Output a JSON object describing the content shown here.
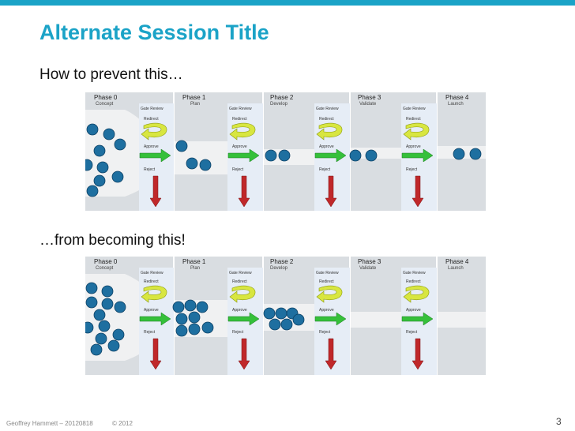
{
  "slide": {
    "title": "Alternate Session Title",
    "caption_top": "How to prevent this…",
    "caption_bottom": "…from becoming this!",
    "footer_author": "Geoffrey Hammett – 20120818",
    "footer_copyright": "© 2012",
    "page_number": "3"
  },
  "phases": [
    {
      "name": "Phase 0",
      "sub": "Concept"
    },
    {
      "name": "Phase 1",
      "sub": "Plan"
    },
    {
      "name": "Phase 2",
      "sub": "Develop"
    },
    {
      "name": "Phase 3",
      "sub": "Validate"
    },
    {
      "name": "Phase 4",
      "sub": "Launch"
    }
  ],
  "gate": {
    "review": "Gate Review",
    "redirect": "Redirect",
    "approve": "Approve",
    "reject": "Reject"
  },
  "colors": {
    "accent": "#1ba3c7",
    "ball": "#1e6fa0",
    "funnel": "#d8dce0",
    "gate_bg": "#e6edf6",
    "approve_arrow": "#35c03a",
    "reject_arrow": "#c0282a",
    "redirect_arrow": "#d8e640"
  },
  "icons": {
    "approve": "right-arrow-icon",
    "reject": "down-arrow-icon",
    "redirect": "u-turn-arrow-icon",
    "project": "circle-icon"
  }
}
